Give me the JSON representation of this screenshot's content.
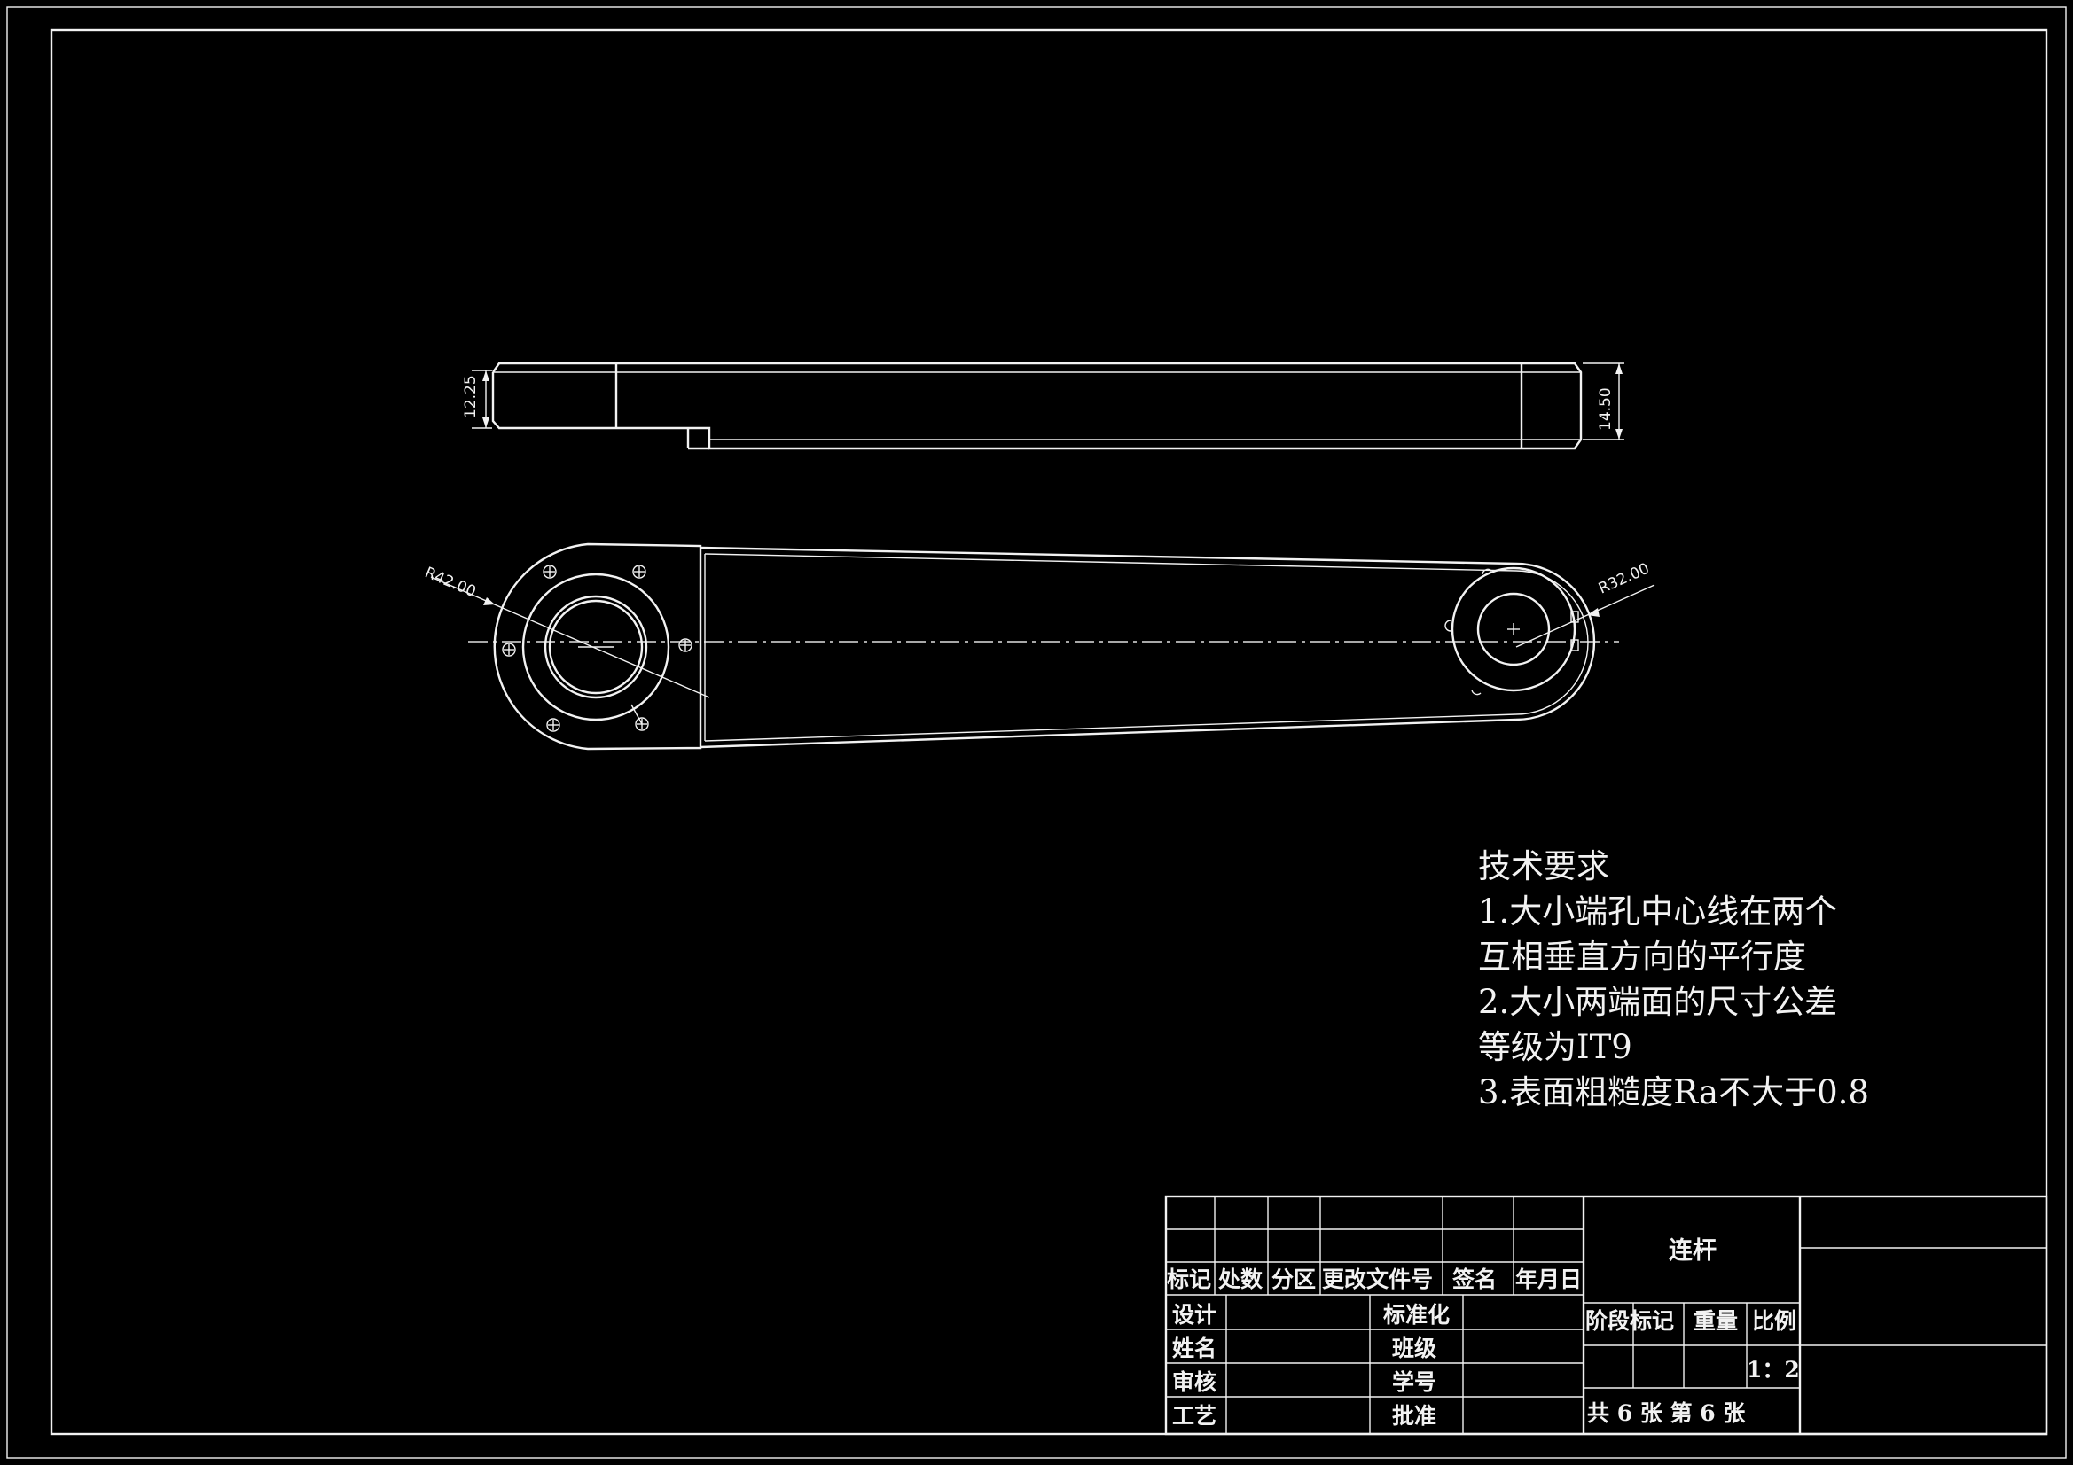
{
  "drawing": {
    "dimensions": {
      "side_left_thickness": "12.25",
      "side_right_thickness": "14.50",
      "big_end_radius": "R42.00",
      "small_end_radius": "R32.00"
    }
  },
  "tech_requirements": {
    "title": "技术要求",
    "lines": [
      "1.大小端孔中心线在两个",
      "互相垂直方向的平行度",
      "2.大小两端面的尺寸公差",
      "等级为IT9",
      "3.表面粗糙度Ra不大于0.8"
    ]
  },
  "title_block": {
    "part_name": "连杆",
    "revision_headers": [
      "标记",
      "处数",
      "分区",
      "更改文件号",
      "签名",
      "年月日"
    ],
    "role_labels": [
      "设计",
      "姓名",
      "审核",
      "工艺"
    ],
    "mid_labels": [
      "标准化",
      "班级",
      "学号",
      "批准"
    ],
    "stage_headers": [
      "阶段标记",
      "重量",
      "比例"
    ],
    "scale": "1：2",
    "sheet_count": "共 6 张 第 6 张"
  }
}
